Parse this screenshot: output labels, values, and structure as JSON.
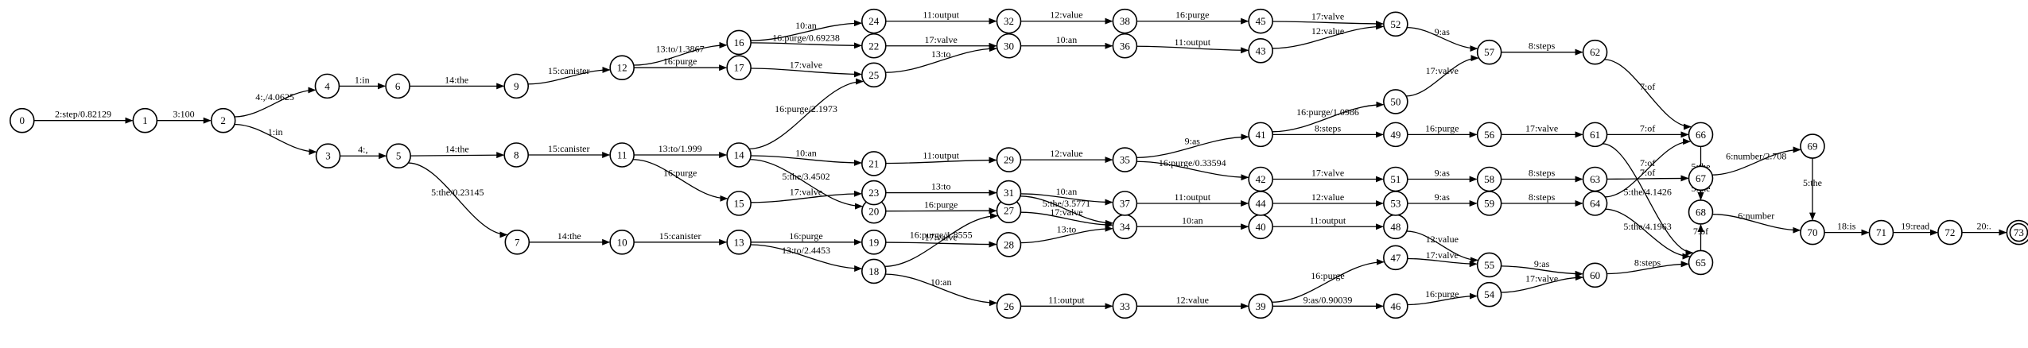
{
  "nodes": [
    {
      "id": "0",
      "style": "start"
    },
    {
      "id": "1"
    },
    {
      "id": "2"
    },
    {
      "id": "3"
    },
    {
      "id": "4"
    },
    {
      "id": "5"
    },
    {
      "id": "6"
    },
    {
      "id": "7"
    },
    {
      "id": "8"
    },
    {
      "id": "9"
    },
    {
      "id": "10"
    },
    {
      "id": "11"
    },
    {
      "id": "12"
    },
    {
      "id": "13"
    },
    {
      "id": "14"
    },
    {
      "id": "15"
    },
    {
      "id": "16"
    },
    {
      "id": "17"
    },
    {
      "id": "18"
    },
    {
      "id": "19"
    },
    {
      "id": "20"
    },
    {
      "id": "21"
    },
    {
      "id": "22"
    },
    {
      "id": "23"
    },
    {
      "id": "24"
    },
    {
      "id": "25"
    },
    {
      "id": "26"
    },
    {
      "id": "27"
    },
    {
      "id": "28"
    },
    {
      "id": "29"
    },
    {
      "id": "30"
    },
    {
      "id": "31"
    },
    {
      "id": "32"
    },
    {
      "id": "33"
    },
    {
      "id": "34"
    },
    {
      "id": "35"
    },
    {
      "id": "36"
    },
    {
      "id": "37"
    },
    {
      "id": "38"
    },
    {
      "id": "39"
    },
    {
      "id": "40"
    },
    {
      "id": "41"
    },
    {
      "id": "42"
    },
    {
      "id": "43"
    },
    {
      "id": "44"
    },
    {
      "id": "45"
    },
    {
      "id": "46"
    },
    {
      "id": "47"
    },
    {
      "id": "48"
    },
    {
      "id": "49"
    },
    {
      "id": "50"
    },
    {
      "id": "51"
    },
    {
      "id": "52"
    },
    {
      "id": "53"
    },
    {
      "id": "54"
    },
    {
      "id": "55"
    },
    {
      "id": "56"
    },
    {
      "id": "57"
    },
    {
      "id": "58"
    },
    {
      "id": "59"
    },
    {
      "id": "60"
    },
    {
      "id": "61"
    },
    {
      "id": "62"
    },
    {
      "id": "63"
    },
    {
      "id": "64"
    },
    {
      "id": "65"
    },
    {
      "id": "66"
    },
    {
      "id": "67"
    },
    {
      "id": "68"
    },
    {
      "id": "69"
    },
    {
      "id": "70"
    },
    {
      "id": "71"
    },
    {
      "id": "72"
    },
    {
      "id": "73",
      "style": "final"
    }
  ],
  "edges": [
    {
      "from": "0",
      "to": "1",
      "label": "2:step/0.82129"
    },
    {
      "from": "1",
      "to": "2",
      "label": "3:100"
    },
    {
      "from": "2",
      "to": "4",
      "label": "4:,/4.0625"
    },
    {
      "from": "2",
      "to": "3",
      "label": "1:in"
    },
    {
      "from": "3",
      "to": "5",
      "label": "4:,"
    },
    {
      "from": "4",
      "to": "6",
      "label": "1:in"
    },
    {
      "from": "5",
      "to": "8",
      "label": "14:the"
    },
    {
      "from": "5",
      "to": "7",
      "label": "5:the/0.23145"
    },
    {
      "from": "6",
      "to": "9",
      "label": "14:the"
    },
    {
      "from": "7",
      "to": "10",
      "label": "14:the"
    },
    {
      "from": "8",
      "to": "11",
      "label": "15:canister"
    },
    {
      "from": "9",
      "to": "12",
      "label": "15:canister"
    },
    {
      "from": "10",
      "to": "13",
      "label": "15:canister"
    },
    {
      "from": "11",
      "to": "14",
      "label": "13:to/1.999"
    },
    {
      "from": "11",
      "to": "15",
      "label": "16:purge"
    },
    {
      "from": "12",
      "to": "16",
      "label": "13:to/1.3867"
    },
    {
      "from": "12",
      "to": "17",
      "label": "16:purge"
    },
    {
      "from": "13",
      "to": "19",
      "label": "16:purge"
    },
    {
      "from": "13",
      "to": "18",
      "label": "13:to/2.4453"
    },
    {
      "from": "14",
      "to": "25",
      "label": "16:purge/2.1973"
    },
    {
      "from": "14",
      "to": "21",
      "label": "10:an"
    },
    {
      "from": "14",
      "to": "20",
      "label": "5:the/3.4502"
    },
    {
      "from": "15",
      "to": "23",
      "label": "17:valve"
    },
    {
      "from": "16",
      "to": "24",
      "label": "10:an"
    },
    {
      "from": "16",
      "to": "22",
      "label": "16:purge/0.69238"
    },
    {
      "from": "17",
      "to": "25",
      "label": "17:valve"
    },
    {
      "from": "18",
      "to": "27",
      "label": "16:purge/1.8555"
    },
    {
      "from": "18",
      "to": "26",
      "label": "10:an"
    },
    {
      "from": "19",
      "to": "28",
      "label": "17:valve"
    },
    {
      "from": "20",
      "to": "27",
      "label": "16:purge"
    },
    {
      "from": "21",
      "to": "29",
      "label": "11:output"
    },
    {
      "from": "22",
      "to": "30",
      "label": "17:valve"
    },
    {
      "from": "23",
      "to": "31",
      "label": "13:to"
    },
    {
      "from": "24",
      "to": "32",
      "label": "11:output"
    },
    {
      "from": "25",
      "to": "30",
      "label": "13:to"
    },
    {
      "from": "26",
      "to": "33",
      "label": "11:output"
    },
    {
      "from": "27",
      "to": "34",
      "label": "17:valve"
    },
    {
      "from": "28",
      "to": "34",
      "label": "13:to"
    },
    {
      "from": "29",
      "to": "35",
      "label": "12:value"
    },
    {
      "from": "30",
      "to": "36",
      "label": "10:an"
    },
    {
      "from": "31",
      "to": "37",
      "label": "10:an"
    },
    {
      "from": "31",
      "to": "34",
      "label": "5:the/3.5771"
    },
    {
      "from": "32",
      "to": "38",
      "label": "12:value"
    },
    {
      "from": "33",
      "to": "39",
      "label": "12:value"
    },
    {
      "from": "34",
      "to": "40",
      "label": "10:an"
    },
    {
      "from": "35",
      "to": "41",
      "label": "9:as"
    },
    {
      "from": "35",
      "to": "42",
      "label": "16:purge/0.33594"
    },
    {
      "from": "36",
      "to": "43",
      "label": "11:output"
    },
    {
      "from": "37",
      "to": "44",
      "label": "11:output"
    },
    {
      "from": "38",
      "to": "45",
      "label": "16:purge"
    },
    {
      "from": "39",
      "to": "47",
      "label": "16:purge"
    },
    {
      "from": "39",
      "to": "46",
      "label": "9:as/0.90039"
    },
    {
      "from": "40",
      "to": "48",
      "label": "11:output"
    },
    {
      "from": "41",
      "to": "50",
      "label": "16:purge/1.0986"
    },
    {
      "from": "41",
      "to": "49",
      "label": "8:steps"
    },
    {
      "from": "42",
      "to": "51",
      "label": "17:valve"
    },
    {
      "from": "43",
      "to": "52",
      "label": "12:value"
    },
    {
      "from": "44",
      "to": "53",
      "label": "12:value"
    },
    {
      "from": "45",
      "to": "52",
      "label": "17:valve"
    },
    {
      "from": "46",
      "to": "54",
      "label": "16:purge"
    },
    {
      "from": "47",
      "to": "55",
      "label": "17:valve"
    },
    {
      "from": "48",
      "to": "55",
      "label": "12:value"
    },
    {
      "from": "49",
      "to": "56",
      "label": "16:purge"
    },
    {
      "from": "50",
      "to": "57",
      "label": "17:valve"
    },
    {
      "from": "51",
      "to": "58",
      "label": "9:as"
    },
    {
      "from": "52",
      "to": "57",
      "label": "9:as"
    },
    {
      "from": "53",
      "to": "59",
      "label": "9:as"
    },
    {
      "from": "54",
      "to": "60",
      "label": "17:valve"
    },
    {
      "from": "55",
      "to": "60",
      "label": "9:as"
    },
    {
      "from": "56",
      "to": "61",
      "label": "17:valve"
    },
    {
      "from": "57",
      "to": "62",
      "label": "8:steps"
    },
    {
      "from": "58",
      "to": "63",
      "label": "8:steps"
    },
    {
      "from": "59",
      "to": "64",
      "label": "8:steps"
    },
    {
      "from": "60",
      "to": "65",
      "label": "8:steps"
    },
    {
      "from": "61",
      "to": "66",
      "label": "7:of"
    },
    {
      "from": "61",
      "to": "65",
      "label": "5:the/4.1426"
    },
    {
      "from": "62",
      "to": "66",
      "label": "7:of"
    },
    {
      "from": "63",
      "to": "67",
      "label": "7:of"
    },
    {
      "from": "64",
      "to": "66",
      "label": "7:of"
    },
    {
      "from": "64",
      "to": "65",
      "label": "5:the/4.1963"
    },
    {
      "from": "65",
      "to": "68",
      "label": "7:of"
    },
    {
      "from": "66",
      "to": "68",
      "label": "5:the"
    },
    {
      "from": "67",
      "to": "69",
      "label": "6:number/2.708"
    },
    {
      "from": "67",
      "to": "68",
      "label": "5:the"
    },
    {
      "from": "68",
      "to": "70",
      "label": "6:number"
    },
    {
      "from": "69",
      "to": "70",
      "label": "5:the"
    },
    {
      "from": "70",
      "to": "71",
      "label": "18:is"
    },
    {
      "from": "71",
      "to": "72",
      "label": "19:read"
    },
    {
      "from": "72",
      "to": "73",
      "label": "20:."
    }
  ]
}
